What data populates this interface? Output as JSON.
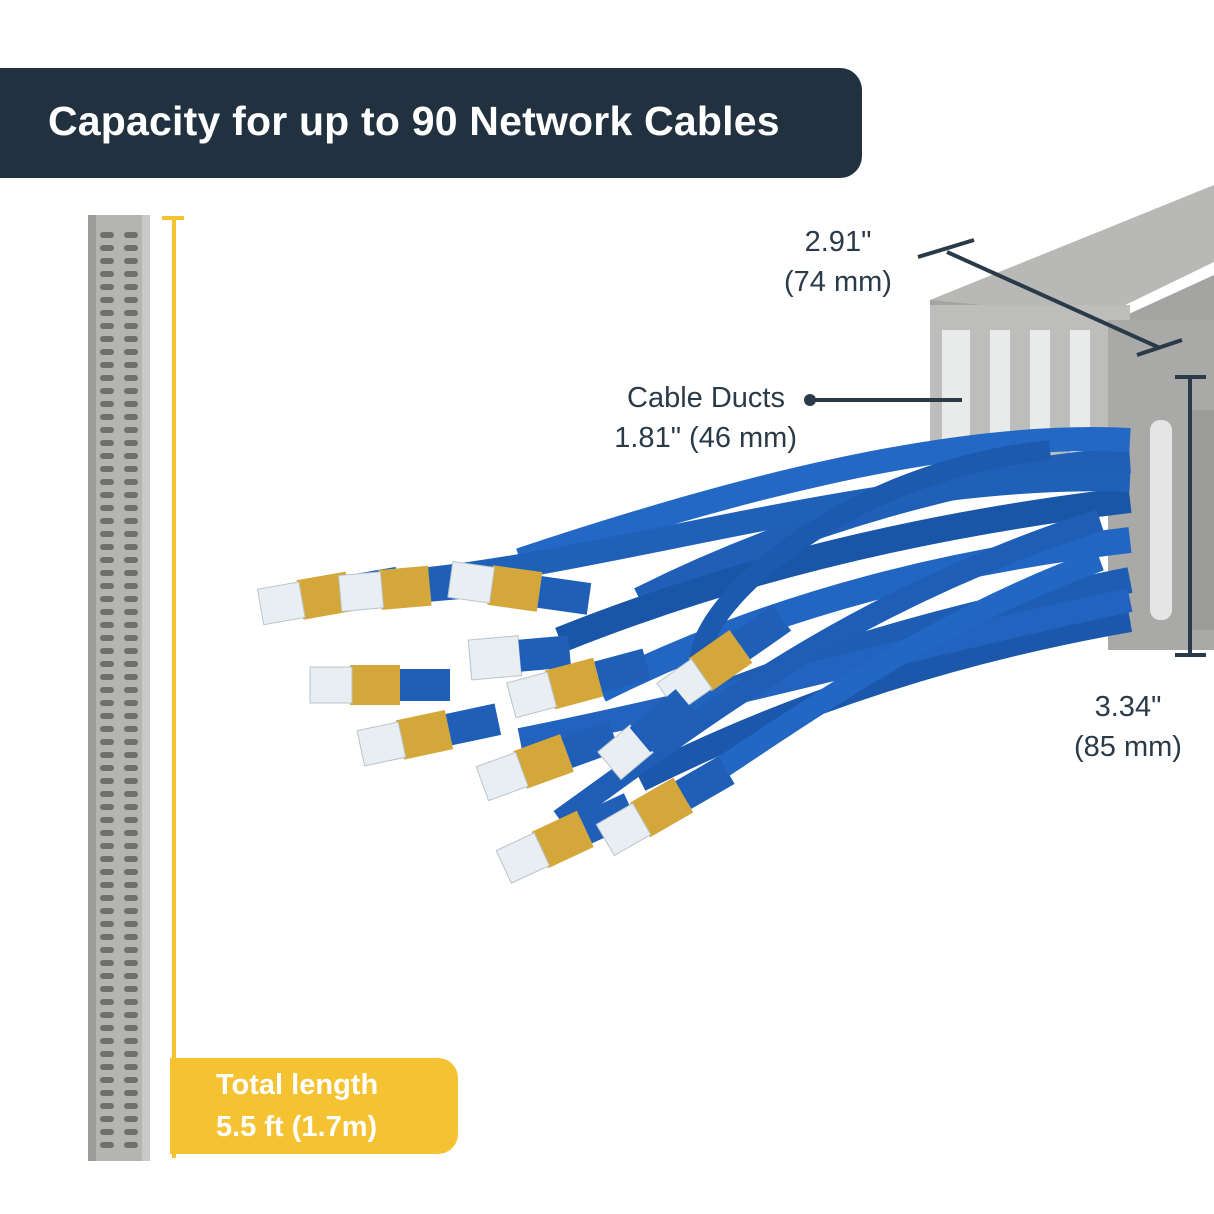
{
  "banner": {
    "title": "Capacity for up to 90 Network Cables"
  },
  "dimensions": {
    "width_in": "2.91\"",
    "width_mm": "(74 mm)",
    "height_in": "3.34\"",
    "height_mm": "(85 mm)"
  },
  "callout": {
    "name": "Cable Ducts",
    "spec": "1.81\" (46 mm)"
  },
  "length": {
    "line1": "Total length",
    "line2": "5.5 ft (1.7m)"
  },
  "colors": {
    "banner": "#21313f",
    "accent": "#f5c231",
    "text": "#2b3a48",
    "cable": "#1f5fb8",
    "duct": "#a8a9a6",
    "connector_gold": "#d4a73a"
  }
}
